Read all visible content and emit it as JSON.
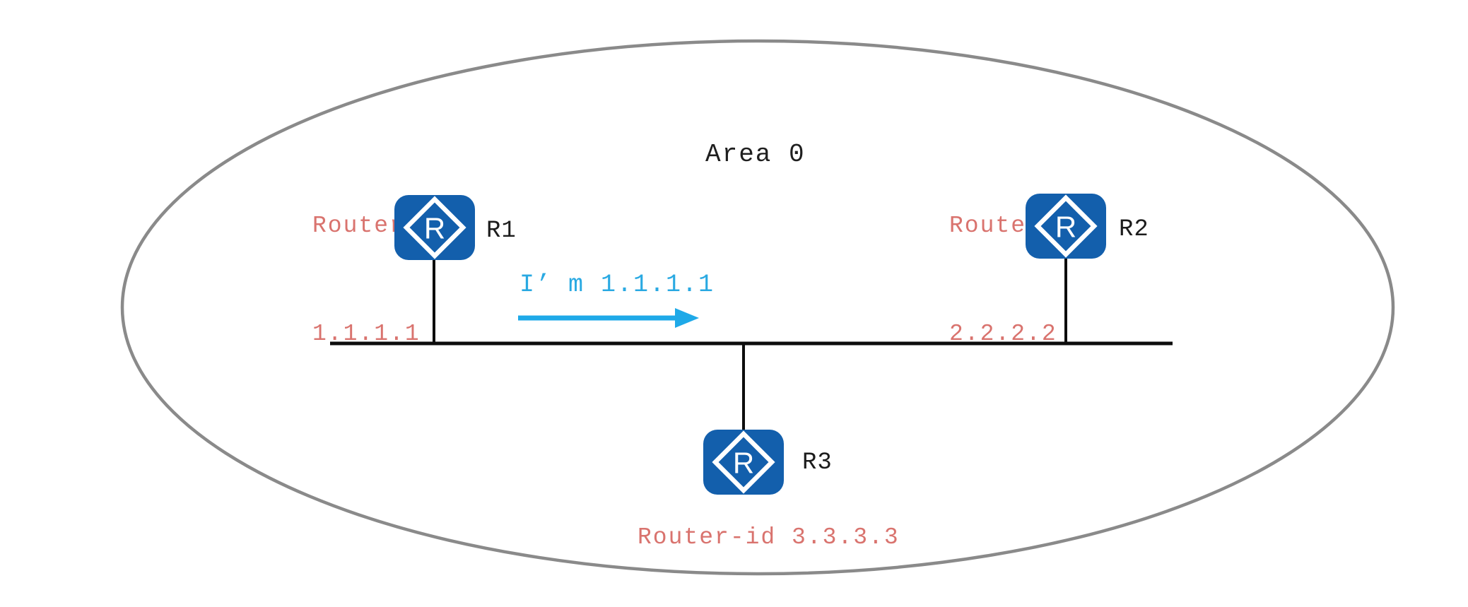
{
  "diagram": {
    "area_label": "Area 0",
    "flood_message": "I’ m 1.1.1.1",
    "router_glyph": "R",
    "r1": {
      "name": "R1",
      "id_line1": "Router-id",
      "id_line2": "1.1.1.1"
    },
    "r2": {
      "name": "R2",
      "id_line1": "Router-id",
      "id_line2": "2.2.2.2"
    },
    "r3": {
      "name": "R3",
      "id_text": "Router-id 3.3.3.3"
    },
    "colors": {
      "router_blue": "#135fac",
      "router_id_red": "#d9736e",
      "flood_cyan": "#29a9e2",
      "area_ellipse_gray": "#8a8a8a",
      "link_line_black": "#0d0d0d"
    }
  }
}
